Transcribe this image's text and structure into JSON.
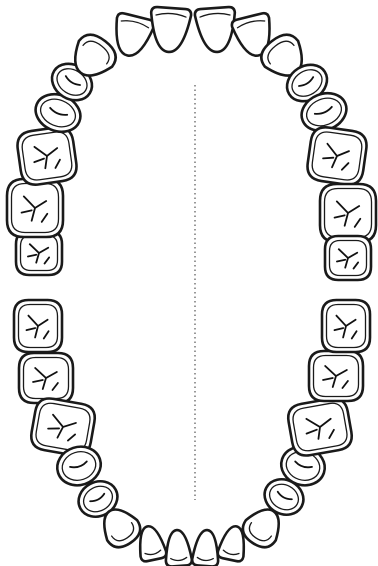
{
  "diagram": {
    "colors": {
      "outline": "#1a1a1a",
      "fill": "#ffffff",
      "midline": "#555555"
    },
    "arches": [
      {
        "name": "upper-arch",
        "teeth": [
          "molar",
          "molar",
          "molar",
          "premolar",
          "premolar",
          "canine",
          "incisor",
          "incisor",
          "incisor",
          "incisor",
          "canine",
          "premolar",
          "premolar",
          "molar",
          "molar",
          "molar"
        ]
      },
      {
        "name": "lower-arch",
        "teeth": [
          "molar",
          "molar",
          "molar",
          "premolar",
          "premolar",
          "canine",
          "incisor",
          "incisor",
          "incisor",
          "incisor",
          "canine",
          "premolar",
          "premolar",
          "molar",
          "molar",
          "molar"
        ]
      }
    ]
  }
}
